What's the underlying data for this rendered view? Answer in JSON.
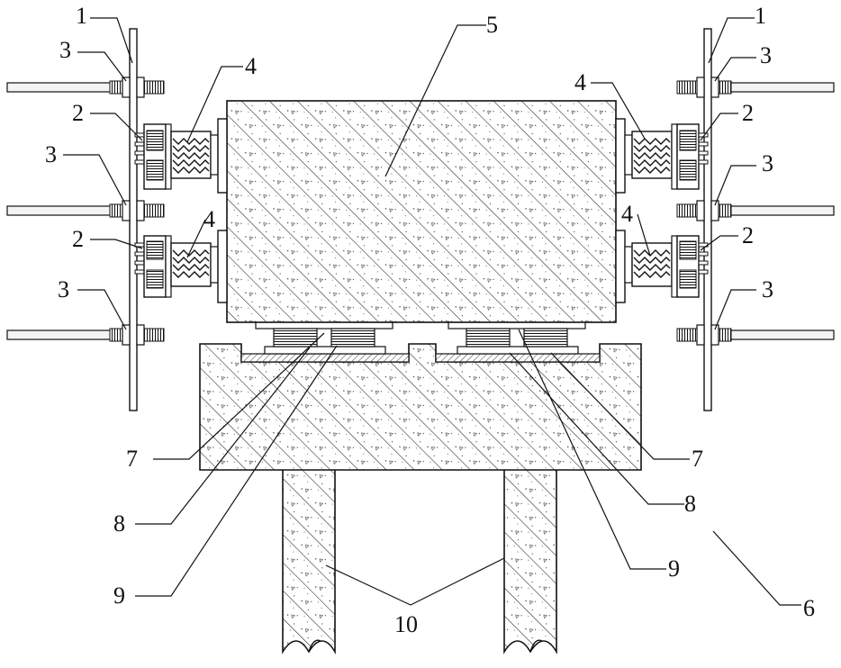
{
  "colors": {
    "ink": "#111111",
    "paper": "#ffffff",
    "concrete": "#ffffff",
    "rod": "#f4f4f4"
  },
  "labels": {
    "n1": "1",
    "n2": "2",
    "n3": "3",
    "n4": "4",
    "n5": "5",
    "n6": "6",
    "n7": "7",
    "n8": "8",
    "n9": "9",
    "n10": "10"
  }
}
